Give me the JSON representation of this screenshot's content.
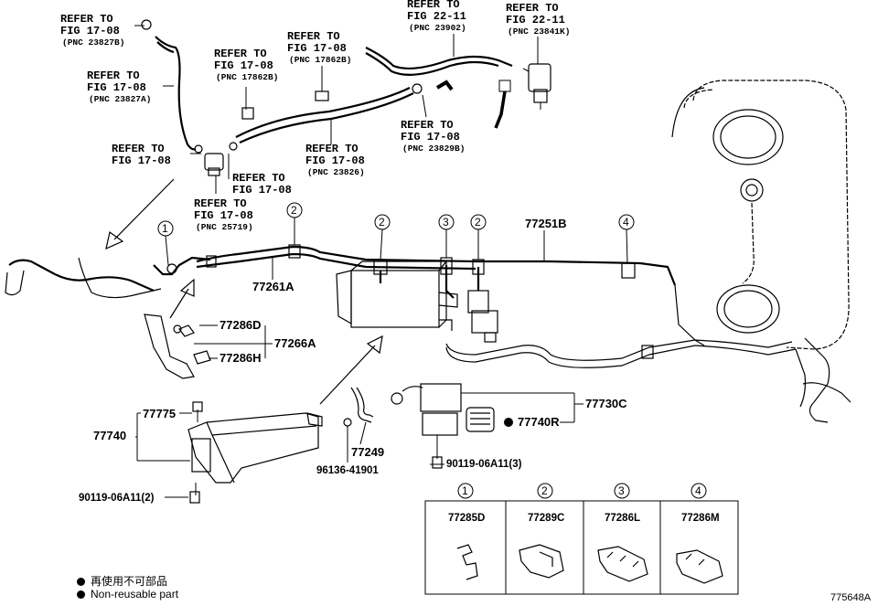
{
  "refer": {
    "r1": {
      "line1": "REFER TO",
      "line2": "FIG 17-08",
      "pnc": "(PNC 23827B)"
    },
    "r2": {
      "line1": "REFER TO",
      "line2": "FIG 17-08",
      "pnc": "(PNC 23827A)"
    },
    "r3": {
      "line1": "REFER TO",
      "line2": "FIG 17-08",
      "pnc": "(PNC 17862B)"
    },
    "r4": {
      "line1": "REFER TO",
      "line2": "FIG 17-08",
      "pnc": "(PNC 17862B)"
    },
    "r5": {
      "line1": "REFER TO",
      "line2": "FIG 22-11",
      "pnc": "(PNC 23902)"
    },
    "r6": {
      "line1": "REFER TO",
      "line2": "FIG 22-11",
      "pnc": "(PNC 23841K)"
    },
    "r7": {
      "line1": "REFER TO",
      "line2": "FIG 17-08"
    },
    "r8": {
      "line1": "REFER TO",
      "line2": "FIG 17-08"
    },
    "r9": {
      "line1": "REFER TO",
      "line2": "FIG 17-08",
      "pnc": "(PNC 25719)"
    },
    "r10": {
      "line1": "REFER TO",
      "line2": "FIG 17-08",
      "pnc": "(PNC 23826)"
    },
    "r11": {
      "line1": "REFER TO",
      "line2": "FIG 17-08",
      "pnc": "(PNC 23829B)"
    }
  },
  "parts": {
    "p77251B": "77251B",
    "p77261A": "77261A",
    "p77286D": "77286D",
    "p77266A": "77266A",
    "p77286H": "77286H",
    "p77775": "77775",
    "p77740": "77740",
    "p77249": "77249",
    "p96136": "96136-41901",
    "p90119a": "90119-06A11(2)",
    "p90119b": "90119-06A11(3)",
    "p77730C": "77730C",
    "p77740R": "77740R"
  },
  "callouts": {
    "c1": "1",
    "c2": "2",
    "c3": "3",
    "c4": "4"
  },
  "clamp_table": [
    {
      "num": "1",
      "part": "77285D"
    },
    {
      "num": "2",
      "part": "77289C"
    },
    {
      "num": "3",
      "part": "77286L"
    },
    {
      "num": "4",
      "part": "77286M"
    }
  ],
  "legend": {
    "ja": "再使用不可部品",
    "en": "Non-reusable part"
  },
  "figure_id": "775648A"
}
